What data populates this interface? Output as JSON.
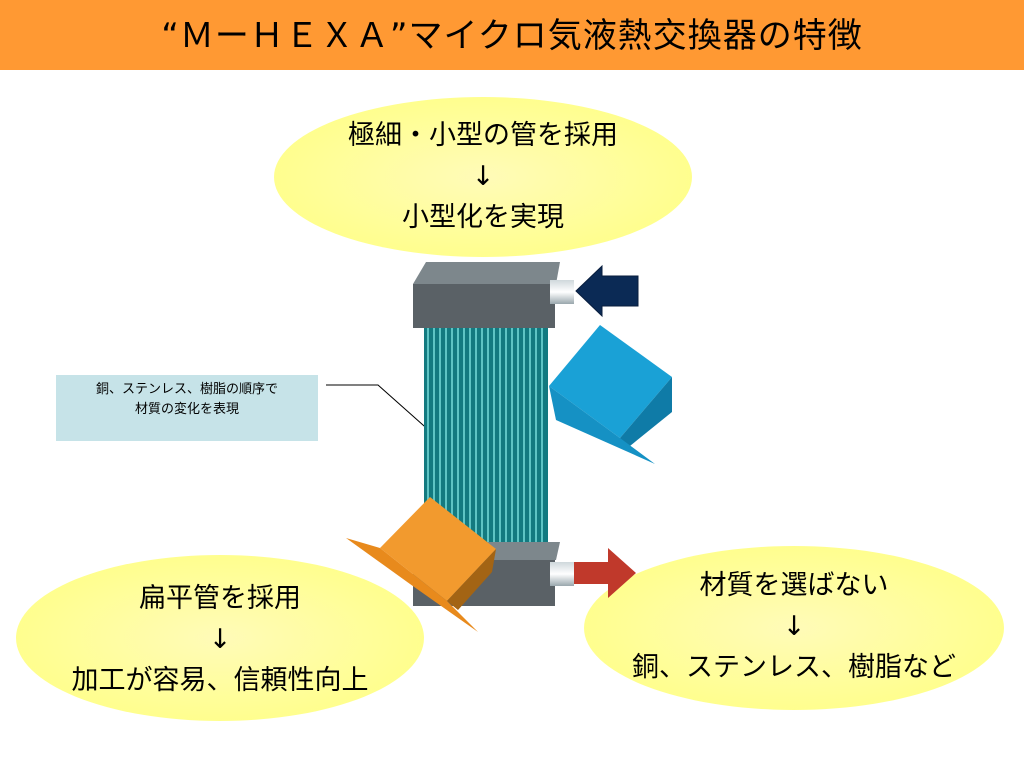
{
  "title": "“ＭーＨＥＸＡ”マイクロ気液熱交換器の特徴",
  "bubbles": {
    "top": {
      "line1": "極細・小型の管を採用",
      "arrow": "↓",
      "line2": "小型化を実現"
    },
    "bottom_left": {
      "line1": "扁平管を採用",
      "arrow": "↓",
      "line2": "加工が容易、信頼性向上"
    },
    "bottom_right": {
      "line1": "材質を選ばない",
      "arrow": "↓",
      "line2": "銅、ステンレス、樹脂など"
    }
  },
  "callout": {
    "line1": "銅、ステンレス、樹脂の順序で",
    "line2": "材質の変化を表現"
  },
  "colors": {
    "title_bar": "#ff9933",
    "bubble": "#ffff99",
    "tube": "#1f8f93",
    "header": "#5a6166",
    "inlet_arrow": "#0b2a55",
    "outlet_arrow": "#c0392b",
    "air_in": "#1aa1d6",
    "air_out": "#f29a2e",
    "callout_bg": "#c6e3e8"
  }
}
